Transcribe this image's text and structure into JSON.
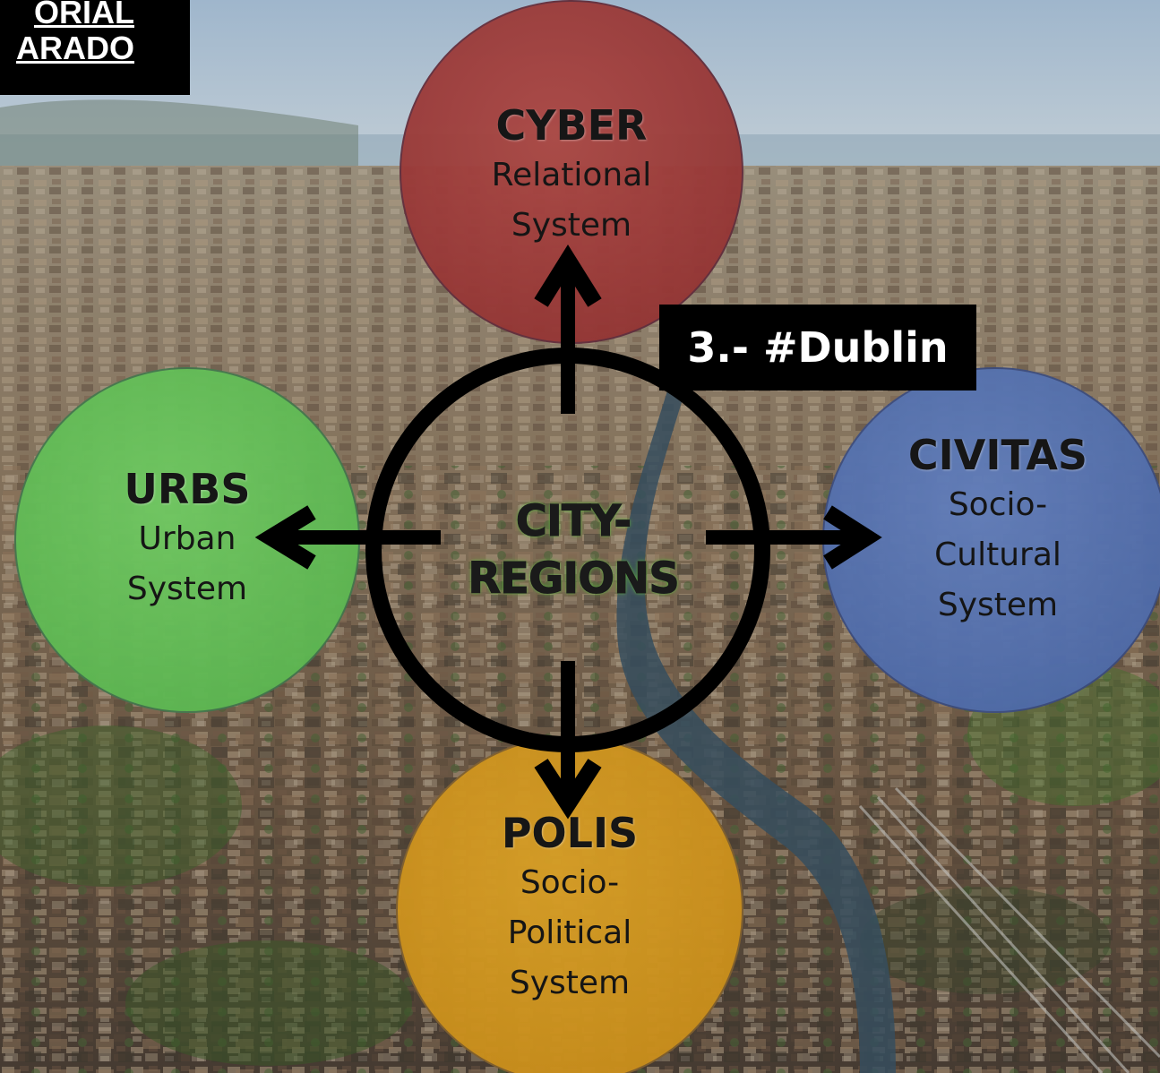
{
  "corner_title": {
    "line1": "ORIAL",
    "line2": "ARADO"
  },
  "tag_label": "3.- #Dublin",
  "center": {
    "label": "CITY-\nREGIONS"
  },
  "nodes": {
    "cyber": {
      "title": "CYBER",
      "subtitle": "Relational\nSystem",
      "color": "#a8443f"
    },
    "urbs": {
      "title": "URBS",
      "subtitle": "Urban\nSystem",
      "color": "#6cc25e"
    },
    "civitas": {
      "title": "CIVITAS",
      "subtitle": "Socio-\nCultural\nSystem",
      "color": "#5f7cb8"
    },
    "polis": {
      "title": "POLIS",
      "subtitle": "Socio-\nPolitical\nSystem",
      "color": "#d4991f"
    }
  },
  "colors": {
    "ring": "#000000",
    "label_box": "#000000",
    "label_text": "#ffffff"
  },
  "icons": {
    "arrow_up": "arrow-up-icon",
    "arrow_left": "arrow-left-icon",
    "arrow_right": "arrow-right-icon",
    "arrow_down": "arrow-down-icon"
  }
}
